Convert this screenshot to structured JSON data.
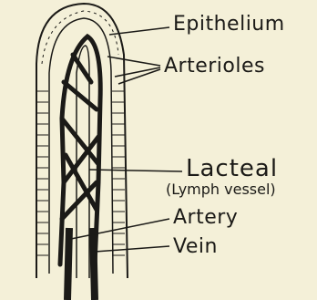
{
  "labels": {
    "epithelium": "Epithelium",
    "arterioles": "Arterioles",
    "lacteal": "Lacteal",
    "lymph_vessel": "(Lymph vessel)",
    "artery": "Artery",
    "vein": "Vein"
  },
  "colors": {
    "paper": "#f4f0d8",
    "ink": "#1b1a17"
  }
}
